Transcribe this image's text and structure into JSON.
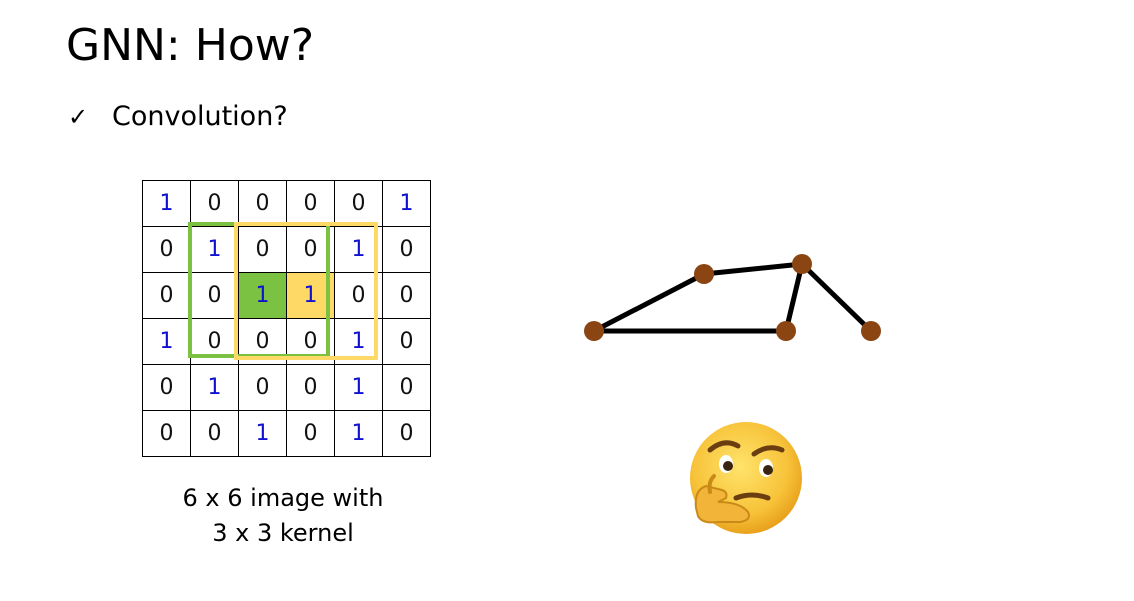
{
  "slide": {
    "title": "GNN: How?",
    "bullet": {
      "icon": "checkmark-icon",
      "check": "✓",
      "text": "Convolution?"
    },
    "grid": {
      "rows": [
        [
          "1",
          "0",
          "0",
          "0",
          "0",
          "1"
        ],
        [
          "0",
          "1",
          "0",
          "0",
          "1",
          "0"
        ],
        [
          "0",
          "0",
          "1",
          "1",
          "0",
          "0"
        ],
        [
          "1",
          "0",
          "0",
          "0",
          "1",
          "0"
        ],
        [
          "0",
          "1",
          "0",
          "0",
          "1",
          "0"
        ],
        [
          "0",
          "0",
          "1",
          "0",
          "1",
          "0"
        ]
      ],
      "highlight_green_cell": [
        2,
        2
      ],
      "highlight_yellow_cell": [
        2,
        3
      ],
      "kernel_colors": {
        "green": "#7cc242",
        "yellow": "#ffd966"
      },
      "one_color": "#1010d0"
    },
    "caption": {
      "line1": "6 x 6 image with",
      "line2": "3 x 3 kernel"
    },
    "graph": {
      "node_color": "#8b4513",
      "edge_color": "#000000"
    },
    "emoji": {
      "icon": "thinking-face-icon"
    }
  }
}
